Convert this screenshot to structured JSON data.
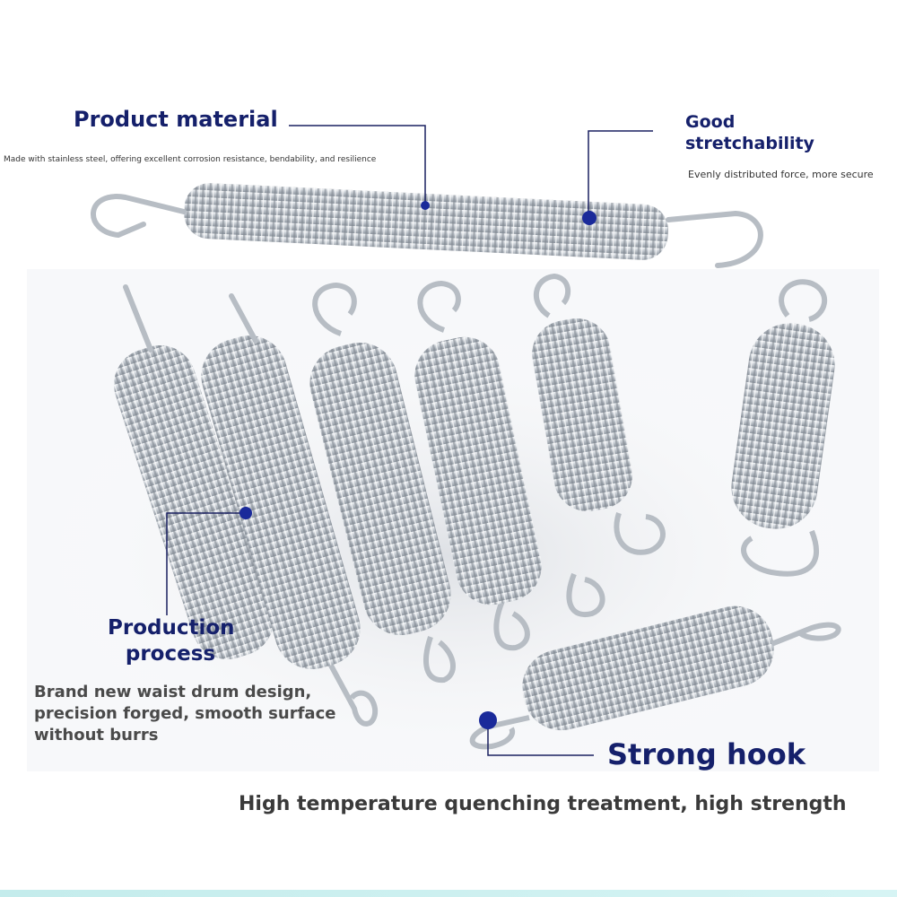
{
  "callouts": {
    "product_material": {
      "title": "Product material",
      "description": "Made with stainless steel, offering excellent corrosion resistance, bendability, and resilience"
    },
    "good_stretchability": {
      "title_line1": "Good",
      "title_line2": "stretchability",
      "description": "Evenly distributed force, more secure"
    },
    "production_process": {
      "title_line1": "Production",
      "title_line2": "process",
      "description_line1": "Brand new waist drum design,",
      "description_line2": "precision forged, smooth surface",
      "description_line3": "without burrs"
    },
    "strong_hook": {
      "title": "Strong hook"
    }
  },
  "caption": "High temperature quenching treatment, high strength",
  "colors": {
    "title": "#15206b",
    "marker_dot": "#1a2a9a",
    "leader_line": "#1a2060",
    "spring_steel": "#c9ced4",
    "background": "#ffffff",
    "bottom_strip": "#c8eeee"
  }
}
